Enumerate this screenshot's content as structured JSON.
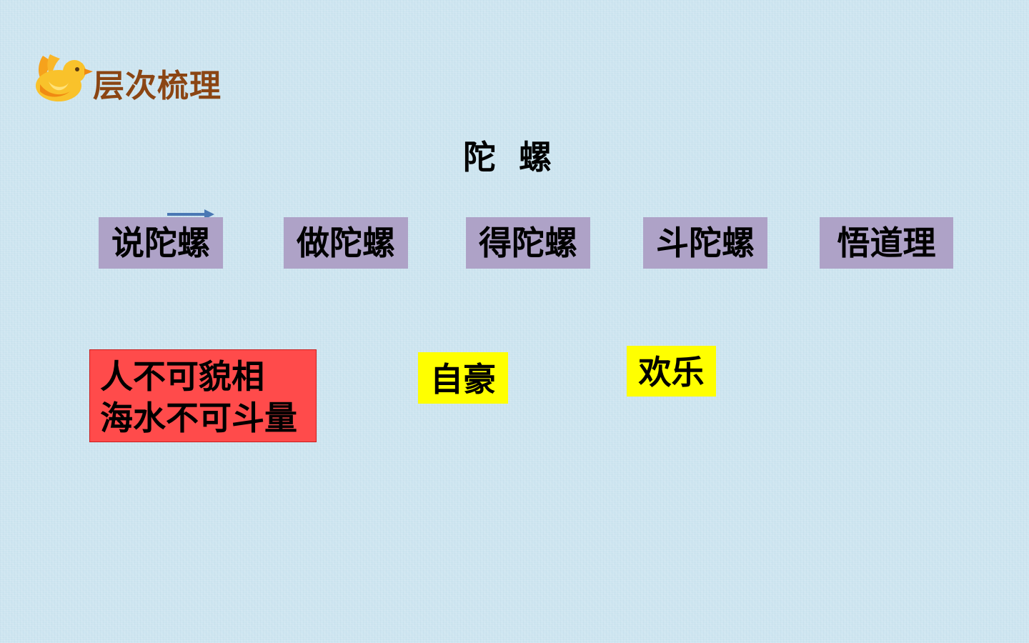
{
  "header": {
    "logo_icon": "bird-icon",
    "section_title": "层次梳理"
  },
  "diagram": {
    "title": "陀  螺",
    "arrow_icon": "right-arrow-icon",
    "arrow_color": "#4a78b4",
    "steps": [
      {
        "label": "说陀螺"
      },
      {
        "label": "做陀螺"
      },
      {
        "label": "得陀螺"
      },
      {
        "label": "斗陀螺"
      },
      {
        "label": "悟道理"
      }
    ],
    "step_color": "#aea2c7",
    "notes": {
      "red": {
        "lines": [
          "人不可貌相",
          "海水不可斗量"
        ],
        "color": "#ff4b4b"
      },
      "yellow": [
        {
          "label": "自豪"
        },
        {
          "label": "欢乐"
        }
      ],
      "yellow_color": "#ffff00"
    }
  },
  "colors": {
    "background": "#cde5f0",
    "section_title": "#8b4513"
  }
}
